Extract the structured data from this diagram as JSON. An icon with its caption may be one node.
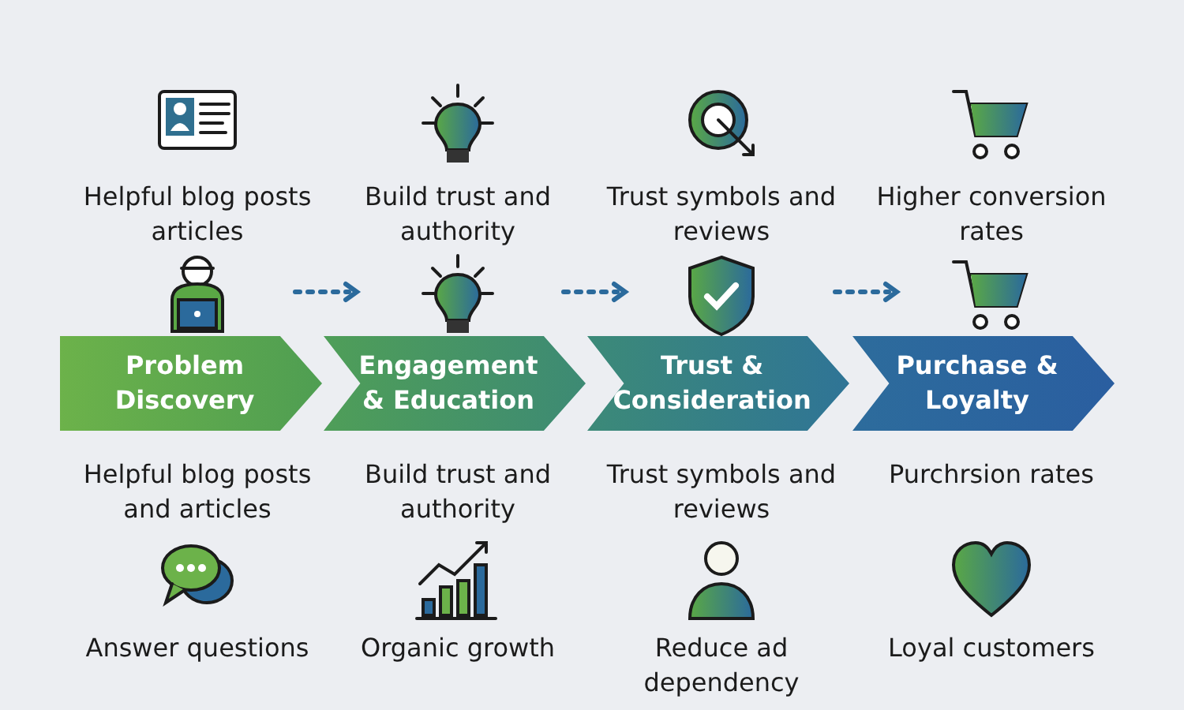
{
  "diagram": {
    "nodes": [
      {
        "text": [
          "Problem Discovery"
        ]
      },
      {
        "text": [
          "Engagement & Education"
        ]
      },
      {
        "text": [
          "Trust & Consideration"
        ]
      },
      {
        "text": [
          "Purchase & Loyalty"
        ]
      }
    ],
    "labels": [
      "Helpful blog posts articles",
      "Build trust and authority",
      "Trust symbols and reviews",
      "Higher conversion rates",
      "Helpful blog posts and articles",
      "Build trust and authority",
      "Trust symbols and reviews",
      "Purchrsion rates",
      "Answer questions",
      "Organic growth",
      "Reduce ad dependency",
      "Loyal customers"
    ]
  }
}
